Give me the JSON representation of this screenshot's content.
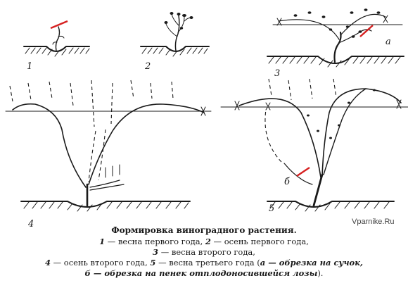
{
  "figure": {
    "labels": {
      "fig1": "1",
      "fig2": "2",
      "fig3": "3",
      "fig4": "4",
      "fig5": "5",
      "mark_a": "a",
      "mark_b": "б"
    },
    "watermark": "Vparnike.Ru"
  },
  "caption": {
    "title": "Формировка виноградного растения.",
    "line1_num1": "1",
    "line1_txt1": " — весна первого года, ",
    "line1_num2": "2",
    "line1_txt2": " — осень первого года,",
    "line2_num": "3",
    "line2_txt": " — весна второго года,",
    "line3_num1": "4",
    "line3_txt1": " — осень второго года, ",
    "line3_num2": "5",
    "line3_txt2": " — весна третьего года (",
    "line3_ital": "а — обрезка на сучок,",
    "line4_ital": "б — обрезка на пенек отплодоносившейся лозы",
    "line4_end": ")."
  }
}
